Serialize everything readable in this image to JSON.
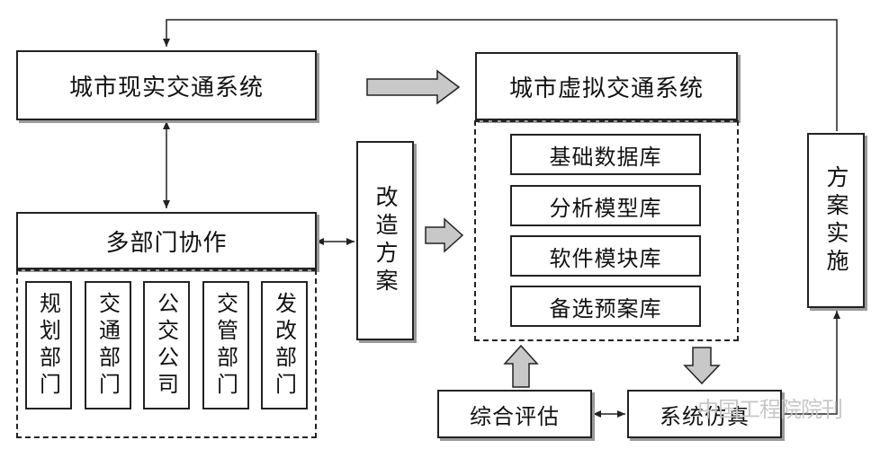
{
  "nodes": {
    "real_system": "城市现实交通系统",
    "virtual_system": "城市虚拟交通系统",
    "collaboration": "多部门协作",
    "reform_plan": "改造方案",
    "plan_implementation": "方案实施",
    "basic_database": "基础数据库",
    "analysis_model_library": "分析模型库",
    "software_module_library": "软件模块库",
    "alternative_plan_library": "备选预案库",
    "evaluation": "综合评估",
    "system_simulation": "系统仿真"
  },
  "departments": [
    "规划部门",
    "交通部门",
    "公交公司",
    "交管部门",
    "发改部门"
  ],
  "watermark": "中国工程院院刊"
}
